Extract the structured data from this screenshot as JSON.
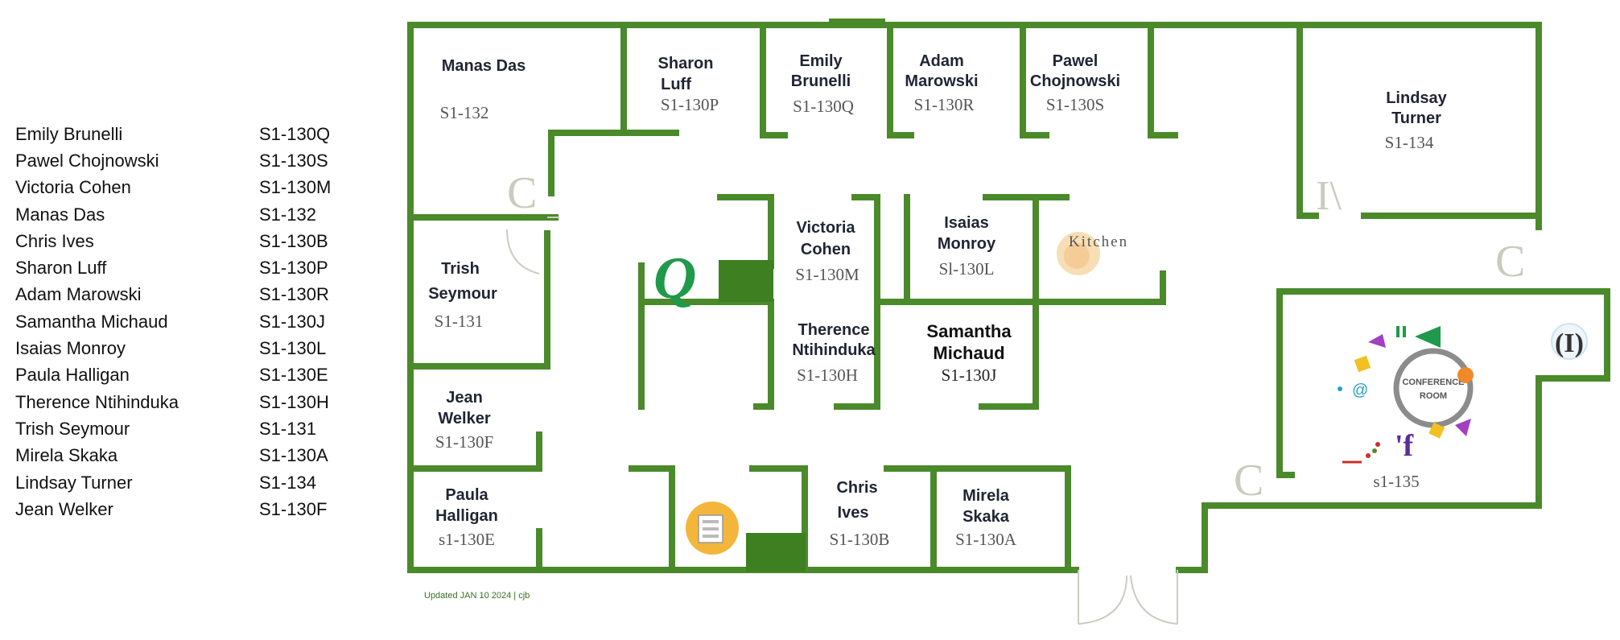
{
  "directory": [
    {
      "name": "Emily Brunelli",
      "room": "S1-130Q"
    },
    {
      "name": "Pawel Chojnowski",
      "room": "S1-130S"
    },
    {
      "name": "Victoria Cohen",
      "room": "S1-130M"
    },
    {
      "name": "Manas Das",
      "room": "S1-132"
    },
    {
      "name": "Chris Ives",
      "room": "S1-130B"
    },
    {
      "name": "Sharon Luff",
      "room": "S1-130P"
    },
    {
      "name": "Adam Marowski",
      "room": "S1-130R"
    },
    {
      "name": "Samantha Michaud",
      "room": "S1-130J"
    },
    {
      "name": "Isaias Monroy",
      "room": "S1-130L"
    },
    {
      "name": "Paula Halligan",
      "room": "S1-130E"
    },
    {
      "name": "Therence Ntihinduka",
      "room": "S1-130H"
    },
    {
      "name": "Trish Seymour",
      "room": "S1-131"
    },
    {
      "name": "Mirela Skaka",
      "room": "S1-130A"
    },
    {
      "name": "Lindsay Turner",
      "room": "S1-134"
    },
    {
      "name": "Jean Welker",
      "room": "S1-130F"
    }
  ],
  "offices": {
    "manas": {
      "name": "Manas Das",
      "room": "S1-132"
    },
    "sharon": {
      "name1": "Sharon",
      "name2": "Luff",
      "room": "S1-130P"
    },
    "emily": {
      "name1": "Emily",
      "name2": "Brunelli",
      "room": "S1-130Q"
    },
    "adam": {
      "name1": "Adam",
      "name2": "Marowski",
      "room": "S1-130R"
    },
    "pawel": {
      "name1": "Pawel",
      "name2": "Chojnowski",
      "room": "S1-130S"
    },
    "lindsay": {
      "name1": "Lindsay",
      "name2": "Turner",
      "room": "S1-134"
    },
    "trish": {
      "name1": "Trish",
      "name2": "Seymour",
      "room": "S1-131"
    },
    "victoria": {
      "name1": "Victoria",
      "name2": "Cohen",
      "room": "S1-130M"
    },
    "isaias": {
      "name1": "Isaias",
      "name2": "Monroy",
      "room": "Sl-130L"
    },
    "therence": {
      "name1": "Therence",
      "name2": "Ntihinduka",
      "room": "S1-130H"
    },
    "samantha": {
      "name1": "Samantha",
      "name2": "Michaud",
      "room": "S1-130J"
    },
    "jean": {
      "name1": "Jean",
      "name2": "Welker",
      "room": "S1-130F"
    },
    "paula": {
      "name1": "Paula",
      "name2": "Halligan",
      "room": "s1-130E"
    },
    "chris": {
      "name1": "Chris",
      "name2": "Ives",
      "room": "S1-130B"
    },
    "mirela": {
      "name1": "Mirela",
      "name2": "Skaka",
      "room": "S1-130A"
    }
  },
  "kitchen_label": "Kitchen",
  "conference": {
    "line1": "CONFERENCE",
    "line2": "ROOM",
    "room": "s1-135"
  },
  "updated": "Updated JAN 10 2024 | cjb",
  "door_letter": "C",
  "colors": {
    "wall": "#4a8a2a",
    "accent": "#1f9a4a",
    "conference_ring": "#8c8c8c"
  },
  "icons": [
    "q-logo-icon",
    "kitchen-icon",
    "printer-icon",
    "conference-icon",
    "info-icon"
  ]
}
